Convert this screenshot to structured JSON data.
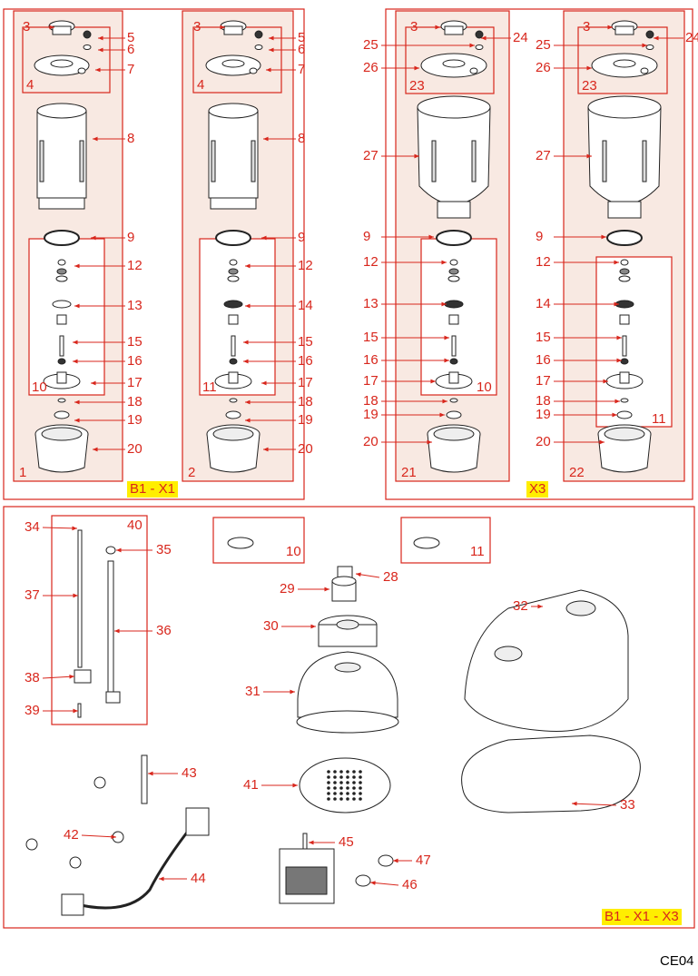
{
  "group_labels": {
    "b1_x1": "B1 - X1",
    "x3": "X3",
    "all": "B1 - X1 - X3"
  },
  "page_code": "CE04",
  "panel1": {
    "number": "1",
    "lid_group": "4",
    "blade_group": "10",
    "callouts": [
      "3",
      "5",
      "6",
      "7",
      "8",
      "9",
      "12",
      "13",
      "15",
      "16",
      "17",
      "18",
      "19",
      "20"
    ]
  },
  "panel2": {
    "number": "2",
    "lid_group": "4",
    "blade_group": "11",
    "callouts": [
      "3",
      "5",
      "6",
      "7",
      "8",
      "9",
      "12",
      "14",
      "15",
      "16",
      "17",
      "18",
      "19",
      "20"
    ]
  },
  "panel21": {
    "number": "21",
    "lid_group": "23",
    "blade_group": "10",
    "callouts": [
      "3",
      "24",
      "25",
      "26",
      "27",
      "9",
      "12",
      "13",
      "15",
      "16",
      "17",
      "18",
      "19",
      "20"
    ]
  },
  "panel22": {
    "number": "22",
    "lid_group": "23",
    "blade_group": "11",
    "callouts": [
      "3",
      "24",
      "25",
      "26",
      "27",
      "9",
      "12",
      "14",
      "15",
      "16",
      "17",
      "18",
      "19",
      "20"
    ]
  },
  "bottom": {
    "inset_10": "10",
    "inset_11": "11",
    "callouts": [
      "28",
      "29",
      "30",
      "31",
      "32",
      "33",
      "34",
      "35",
      "36",
      "37",
      "38",
      "39",
      "40",
      "41",
      "42",
      "43",
      "44",
      "45",
      "46",
      "47"
    ]
  },
  "colors": {
    "accent": "#d8261c",
    "panel_fill": "#f8e9e2",
    "highlight": "#ffee00"
  }
}
